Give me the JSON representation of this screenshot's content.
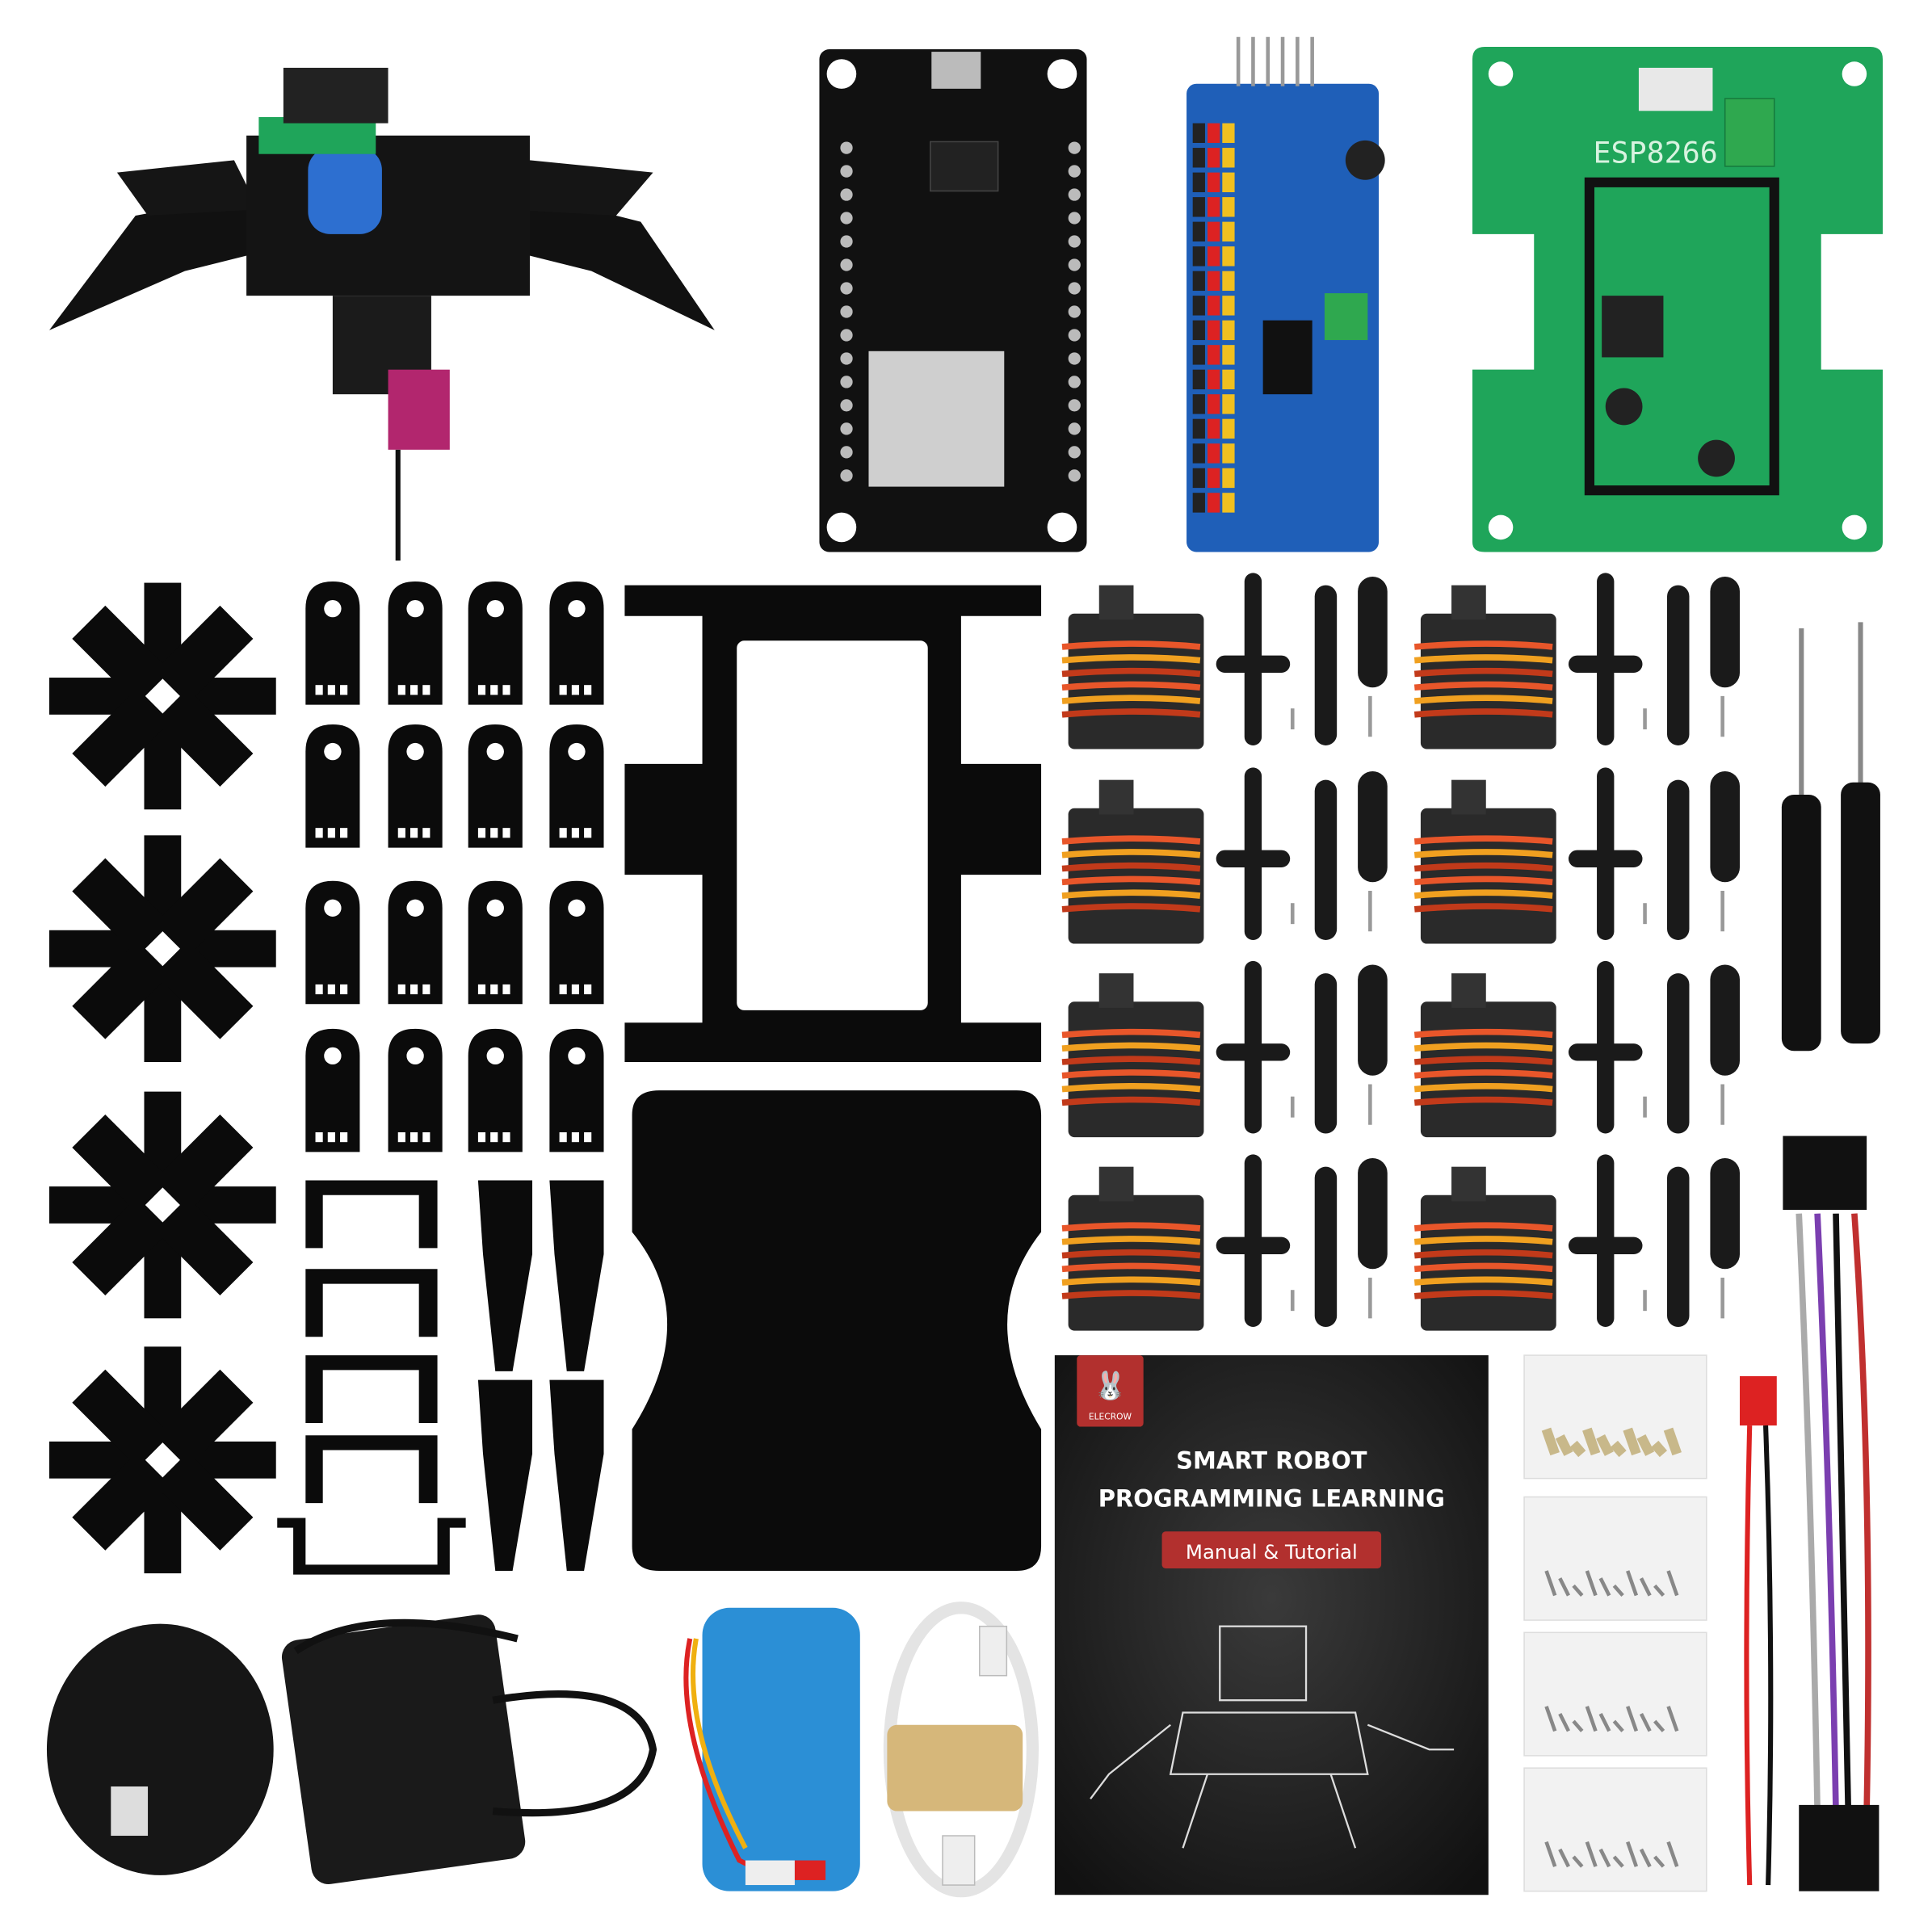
{
  "colors": {
    "background": "#ffffff",
    "acrylic": "#0b0b0b",
    "pcb_green": "#1fa55a",
    "pcb_blue": "#1f5fb8",
    "pcb_black": "#111111",
    "manual_bg": "#1c1c1c",
    "manual_accent": "#c0302f",
    "battery": "#2b8fd6"
  },
  "controller_board": {
    "label": "ESP8266"
  },
  "manual": {
    "logo_text": "ELECROW",
    "title_line1": "SMART ROBOT",
    "title_line2": "PROGRAMMING LEARNING",
    "subtitle": "Manual & Tutorial"
  }
}
